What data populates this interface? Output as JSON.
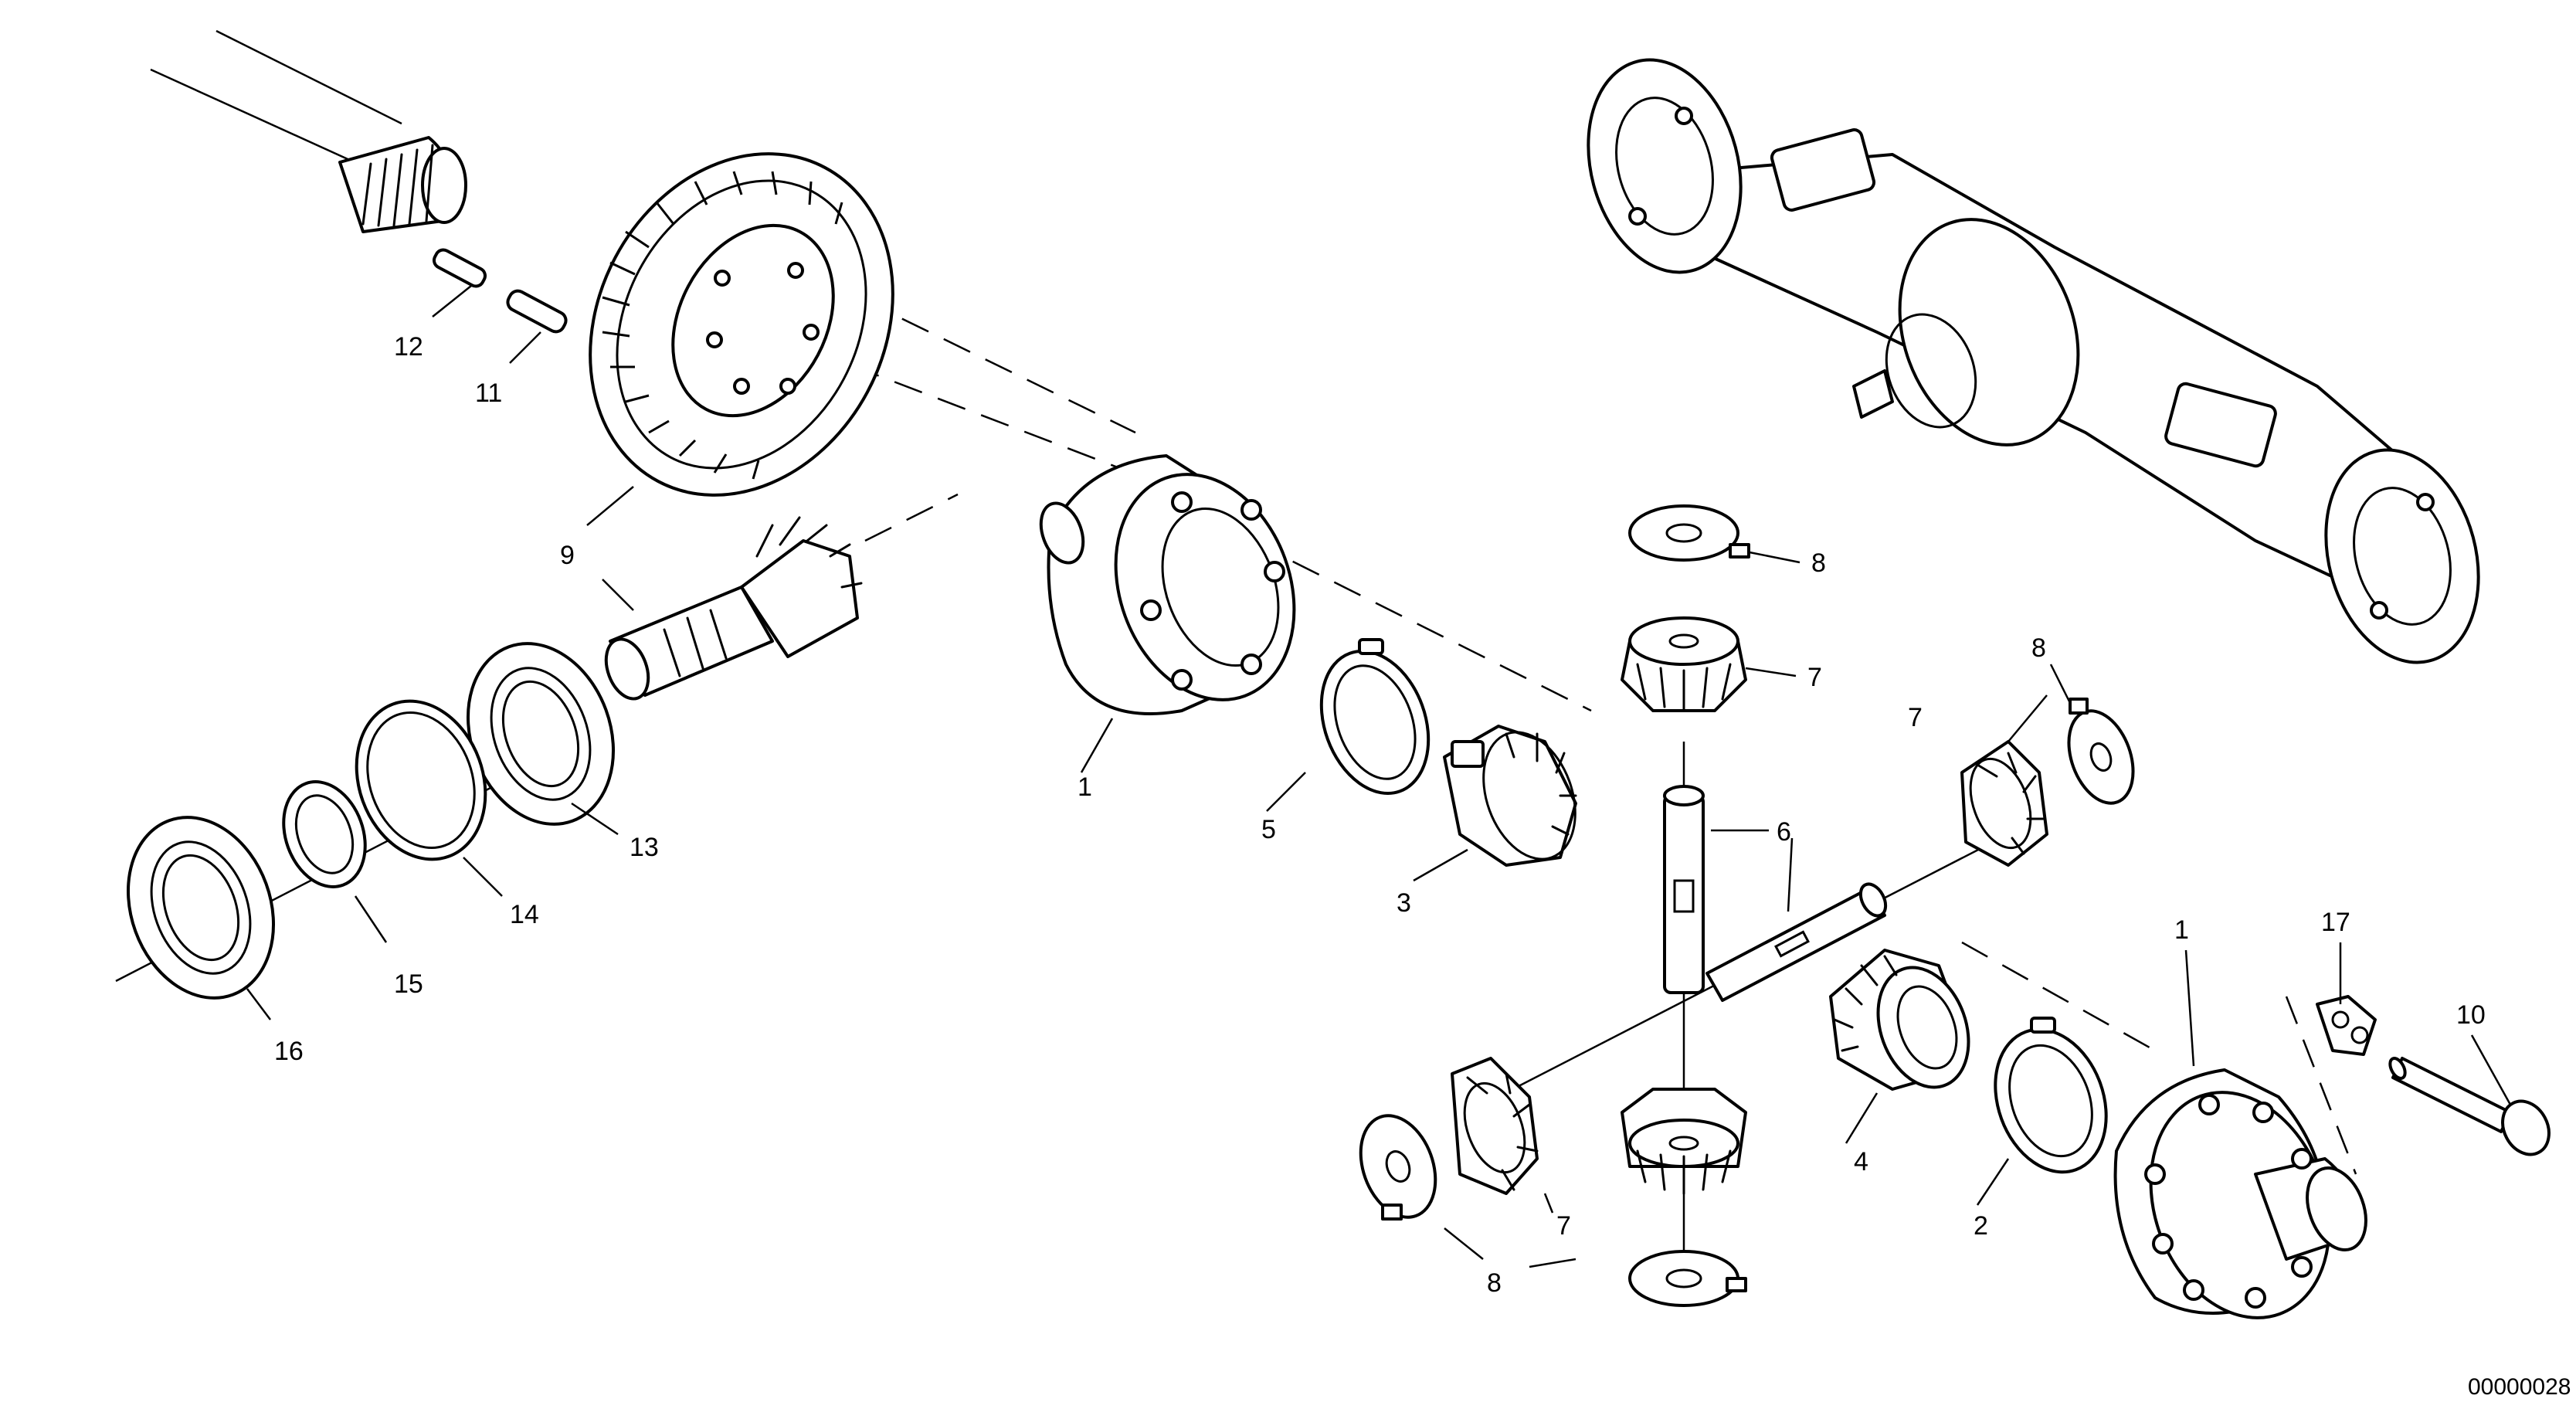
{
  "diagram": {
    "drawing_number": "00000028",
    "callouts": {
      "c1a": "1",
      "c1b": "1",
      "c2": "2",
      "c3": "3",
      "c4": "4",
      "c5": "5",
      "c6": "6",
      "c7a": "7",
      "c7b": "7",
      "c7c": "7",
      "c8a": "8",
      "c8b": "8",
      "c8c": "8",
      "c9": "9",
      "c10": "10",
      "c11": "11",
      "c12": "12",
      "c13": "13",
      "c14": "14",
      "c15": "15",
      "c16": "16",
      "c17": "17"
    }
  }
}
